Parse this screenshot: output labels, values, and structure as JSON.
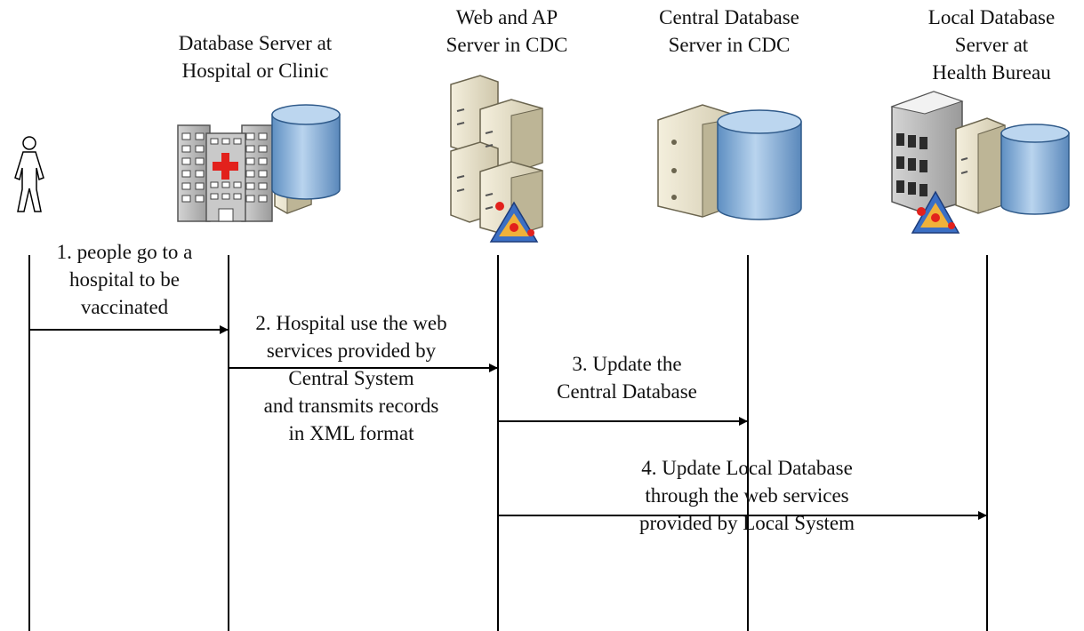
{
  "actors": [
    {
      "id": "person",
      "title": ""
    },
    {
      "id": "hospital",
      "title": "Database Server at\nHospital or Clinic"
    },
    {
      "id": "webap",
      "title": "Web and AP\nServer in CDC"
    },
    {
      "id": "central",
      "title": "Central Database\nServer in CDC"
    },
    {
      "id": "local",
      "title": "Local Database\nServer at\nHealth Bureau"
    }
  ],
  "messages": [
    {
      "id": "m1",
      "label": "1. people go to a\nhospital to be\nvaccinated"
    },
    {
      "id": "m2",
      "label": "2. Hospital use the web\nservices provided by\nCentral System\nand transmits records\nin XML format"
    },
    {
      "id": "m3",
      "label": "3. Update the\nCentral Database"
    },
    {
      "id": "m4",
      "label": "4. Update Local Database\nthrough the web services\nprovided by Local System"
    }
  ],
  "icons": {
    "person": "person-icon",
    "hospital": "hospital-building-icon",
    "server": "server-icon",
    "database": "database-cylinder-icon",
    "cluster": "server-cluster-icon",
    "office": "office-building-icon",
    "service": "web-service-icon"
  },
  "colors": {
    "line": "#000000",
    "db_blue": "#8fb6dc",
    "server_beige": "#e9e3cf",
    "cross_red": "#e2211c"
  }
}
